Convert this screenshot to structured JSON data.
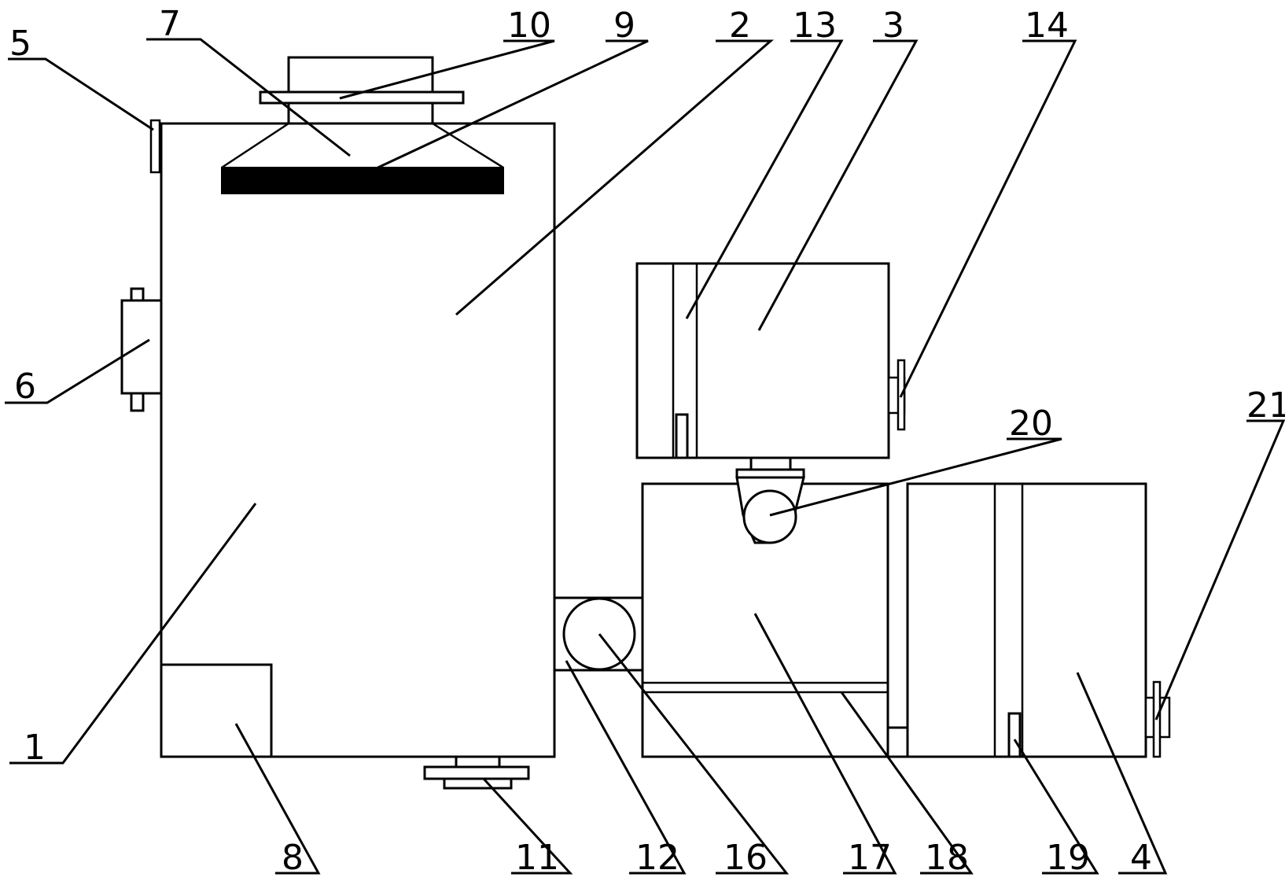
{
  "labels": {
    "l1": "1",
    "l2": "2",
    "l3": "3",
    "l4": "4",
    "l5": "5",
    "l6": "6",
    "l7": "7",
    "l8": "8",
    "l9": "9",
    "l10": "10",
    "l11": "11",
    "l12": "12",
    "l13": "13",
    "l14": "14",
    "l16": "16",
    "l17": "17",
    "l18": "18",
    "l19": "19",
    "l20": "20",
    "l21": "21"
  }
}
